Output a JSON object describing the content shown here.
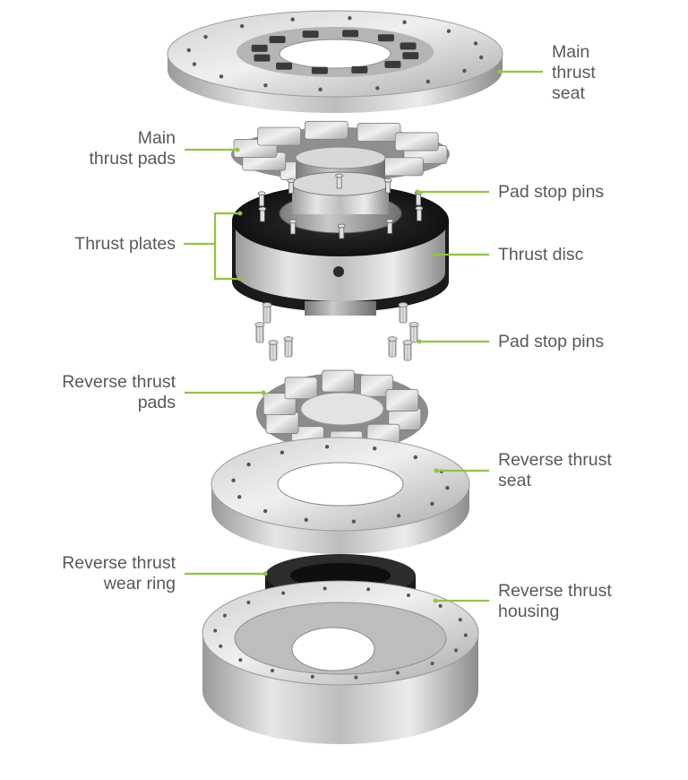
{
  "labels": {
    "main_thrust_seat": [
      "Main",
      "thrust",
      "seat"
    ],
    "main_thrust_pads": [
      "Main",
      "thrust pads"
    ],
    "pad_stop_pins_upper": "Pad stop pins",
    "thrust_plates": "Thrust plates",
    "thrust_disc": "Thrust disc",
    "pad_stop_pins_lower": "Pad stop pins",
    "reverse_thrust_pads": [
      "Reverse thrust",
      "pads"
    ],
    "reverse_thrust_seat": [
      "Reverse thrust",
      "seat"
    ],
    "reverse_thrust_wear_ring": [
      "Reverse thrust",
      "wear ring"
    ],
    "reverse_thrust_housing": [
      "Reverse thrust",
      "housing"
    ]
  },
  "colors": {
    "leader": "#8dc63f",
    "label_text": "#58595b",
    "metal_light": "#dcdcdc",
    "metal_dark": "#8a8a8a",
    "liner_black": "#1b1b1b"
  },
  "icons": {
    "part_main_thrust_seat": "flat-flanged-ring",
    "part_main_thrust_pads": "segmented-pad-ring",
    "part_thrust_disc": "thick-disc-with-black-face",
    "part_pad_stop_pins": "small-cylindrical-pins",
    "part_reverse_thrust_pads": "segmented-pad-ring",
    "part_reverse_thrust_seat": "flat-flanged-ring",
    "part_reverse_thrust_wear_ring": "black-annular-ring",
    "part_reverse_thrust_housing": "deep-cup-housing"
  }
}
